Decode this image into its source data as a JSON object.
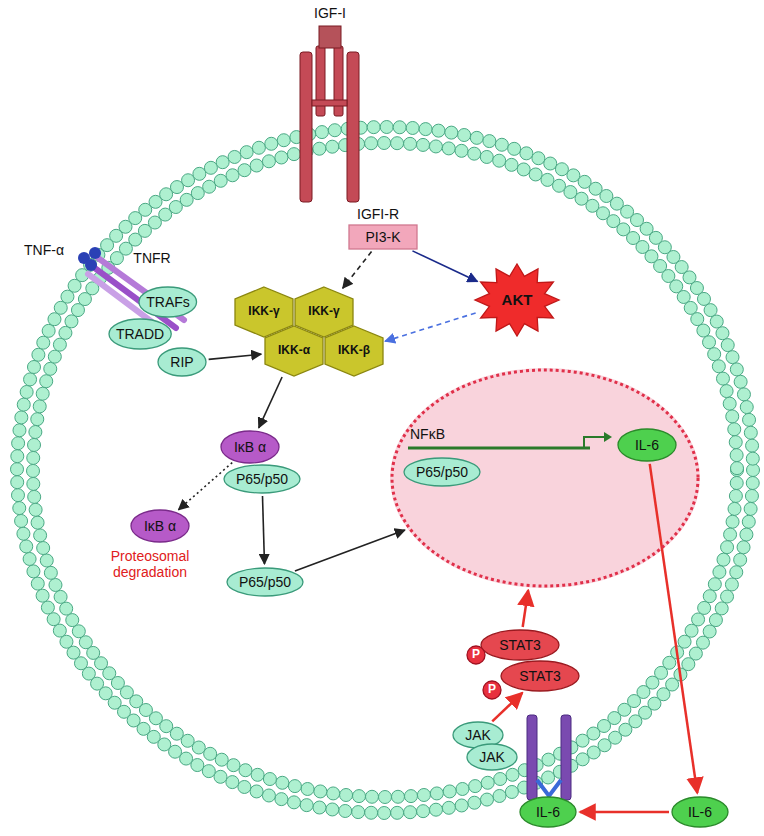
{
  "diagram": {
    "nodes": [
      {
        "text": [
          "IGF-I"
        ]
      },
      {
        "text": [
          "IGFI-R"
        ]
      },
      {
        "text": [
          "TNF-α"
        ]
      },
      {
        "text": [
          "TNFR"
        ]
      },
      {
        "text": [
          "TRAFs"
        ]
      },
      {
        "text": [
          "TRADD"
        ]
      },
      {
        "text": [
          "RIP"
        ]
      },
      {
        "text": [
          "PI3-K"
        ]
      },
      {
        "text": [
          "AKT"
        ]
      },
      {
        "text": [
          "IKK-γ"
        ]
      },
      {
        "text": [
          "IKK-γ"
        ]
      },
      {
        "text": [
          "IKK-α"
        ]
      },
      {
        "text": [
          "IKK-β"
        ]
      },
      {
        "text": [
          "IκB α"
        ]
      },
      {
        "text": [
          "P65/p50"
        ]
      },
      {
        "text": [
          "IκB α"
        ]
      },
      {
        "text": [
          "P65/p50"
        ]
      },
      {
        "text": [
          "NFκB"
        ]
      },
      {
        "text": [
          "P65/p50"
        ],
        "in": 17
      },
      {
        "text": [
          "IL-6"
        ],
        "in": 17
      },
      {
        "text": [
          "STAT3"
        ]
      },
      {
        "text": [
          "STAT3"
        ]
      },
      {
        "text": [
          "P"
        ]
      },
      {
        "text": [
          "P"
        ]
      },
      {
        "text": [
          "JAK"
        ]
      },
      {
        "text": [
          "JAK"
        ]
      },
      {
        "text": [
          "IL-6"
        ]
      },
      {
        "text": [
          "IL-6"
        ]
      }
    ],
    "edges": [
      {
        "from": 7,
        "to": 10,
        "arrow": "to"
      },
      {
        "from": 7,
        "to": 8,
        "arrow": "to"
      },
      {
        "from": 8,
        "to": 12,
        "arrow": "to"
      },
      {
        "from": 6,
        "to": 11,
        "arrow": "to"
      },
      {
        "from": 11,
        "to": 13,
        "arrow": "to"
      },
      {
        "from": 13,
        "to": 15,
        "arrow": "to"
      },
      {
        "from": 14,
        "to": 16,
        "arrow": "to"
      },
      {
        "from": 16,
        "to": 17,
        "arrow": "to"
      },
      {
        "from": 19,
        "to": 27,
        "arrow": "to"
      },
      {
        "from": 27,
        "to": 26,
        "arrow": "to"
      },
      {
        "from": 24,
        "to": 21,
        "arrow": "to"
      },
      {
        "from": 20,
        "to": 17,
        "arrow": "to"
      }
    ],
    "labels": [
      "Proteosomal degradation"
    ]
  }
}
